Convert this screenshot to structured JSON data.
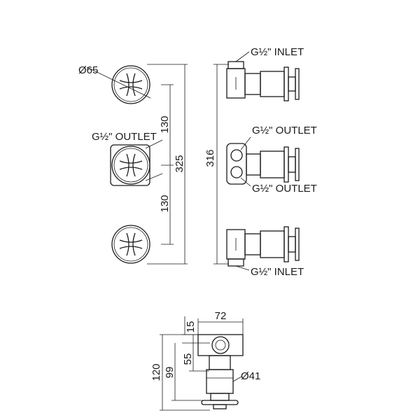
{
  "front_view": {
    "handle_diameter": "Ø65",
    "outlet_label": "G½\" OUTLET",
    "spacing_top": "130",
    "spacing_bottom": "130",
    "overall_height": "325"
  },
  "side_view": {
    "overall_height": "316",
    "top_inlet": "G½\" INLET",
    "middle_outlet_top": "G½\" OUTLET",
    "middle_outlet_bottom": "G½\" OUTLET",
    "bottom_inlet": "G½\" INLET"
  },
  "bottom_view": {
    "width": "72",
    "top_offset": "15",
    "depth_55": "55",
    "depth_99": "99",
    "depth_120": "120",
    "body_diameter": "Ø41"
  }
}
